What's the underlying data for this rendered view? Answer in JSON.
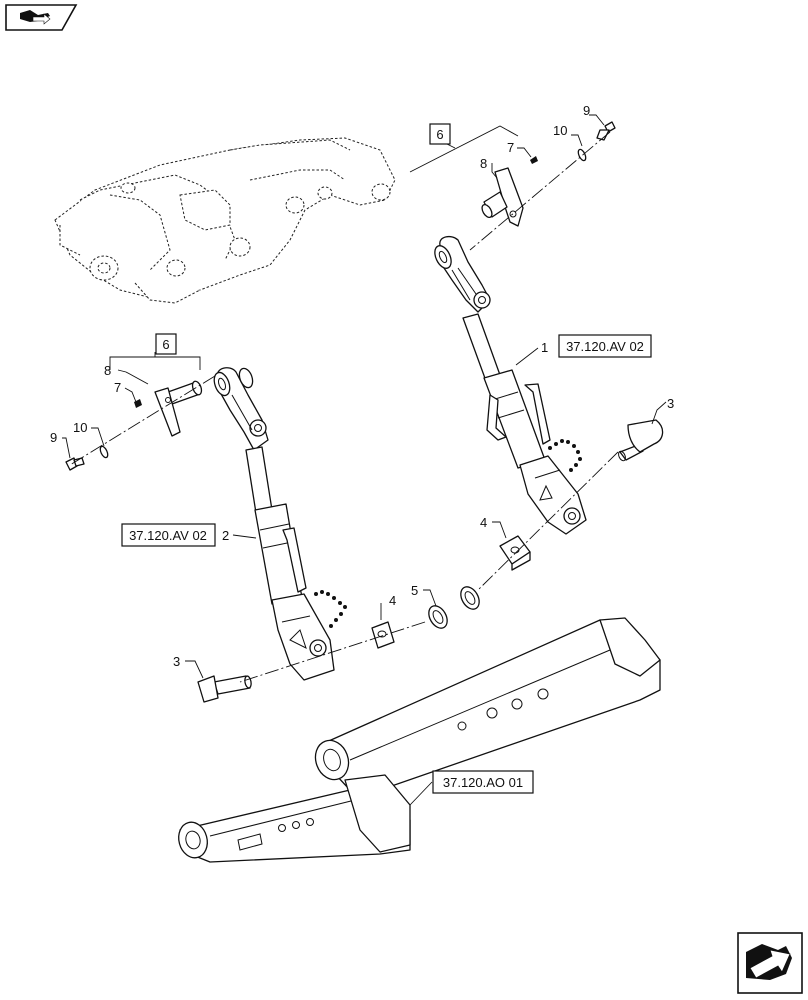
{
  "nav": {
    "top_left_icon": "book-arrow-icon",
    "bottom_right_icon": "book-arrow-icon"
  },
  "refs": {
    "top_link_right": "37.120.AV 02",
    "top_link_left": "37.120.AV 02",
    "lower_links": "37.120.AO 01"
  },
  "kits": {
    "right_kit": "6",
    "left_kit": "6"
  },
  "callouts": {
    "c1": "1",
    "c2": "2",
    "c3_right": "3",
    "c3_left": "3",
    "c4_right": "4",
    "c4_left": "4",
    "c5": "5",
    "c7_right": "7",
    "c7_left": "7",
    "c8_right": "8",
    "c8_left": "8",
    "c9_right": "9",
    "c9_left": "9",
    "c10_right": "10",
    "c10_left": "10"
  }
}
